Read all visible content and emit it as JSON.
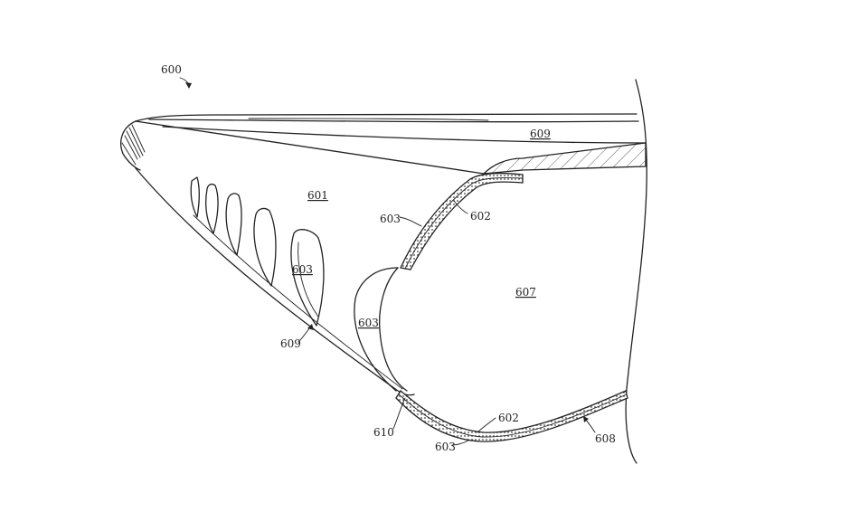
{
  "figure": {
    "ref_labels": {
      "figure_ref": "600",
      "surface_top": "609",
      "surface_main": "601",
      "cell_a": "602",
      "cell_b": "603",
      "inlet_603": "603",
      "interior": "607",
      "inner_603": "603",
      "edge_609": "609",
      "corner": "610",
      "cell_bottom_602": "602",
      "cell_bottom_603": "603",
      "bottom_608": "608"
    }
  }
}
